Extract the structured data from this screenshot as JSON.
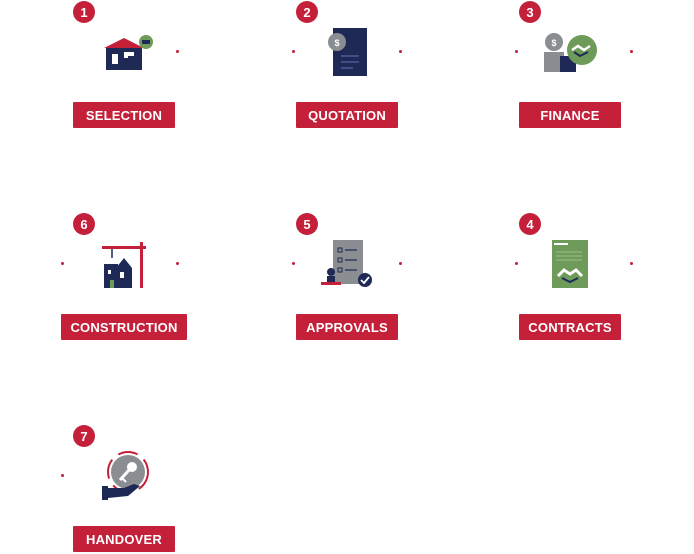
{
  "steps": [
    {
      "number": "1",
      "label": "SELECTION",
      "icon": "house-icon"
    },
    {
      "number": "2",
      "label": "QUOTATION",
      "icon": "quote-document-icon"
    },
    {
      "number": "3",
      "label": "FINANCE",
      "icon": "finance-handshake-icon"
    },
    {
      "number": "4",
      "label": "CONTRACTS",
      "icon": "contract-handshake-icon"
    },
    {
      "number": "5",
      "label": "APPROVALS",
      "icon": "approval-checklist-icon"
    },
    {
      "number": "6",
      "label": "CONSTRUCTION",
      "icon": "crane-building-icon"
    },
    {
      "number": "7",
      "label": "HANDOVER",
      "icon": "key-hand-icon"
    }
  ],
  "colors": {
    "accent": "#c4203a",
    "navy": "#1e2a55",
    "green": "#6e9a5a",
    "grey": "#8a8d92"
  }
}
